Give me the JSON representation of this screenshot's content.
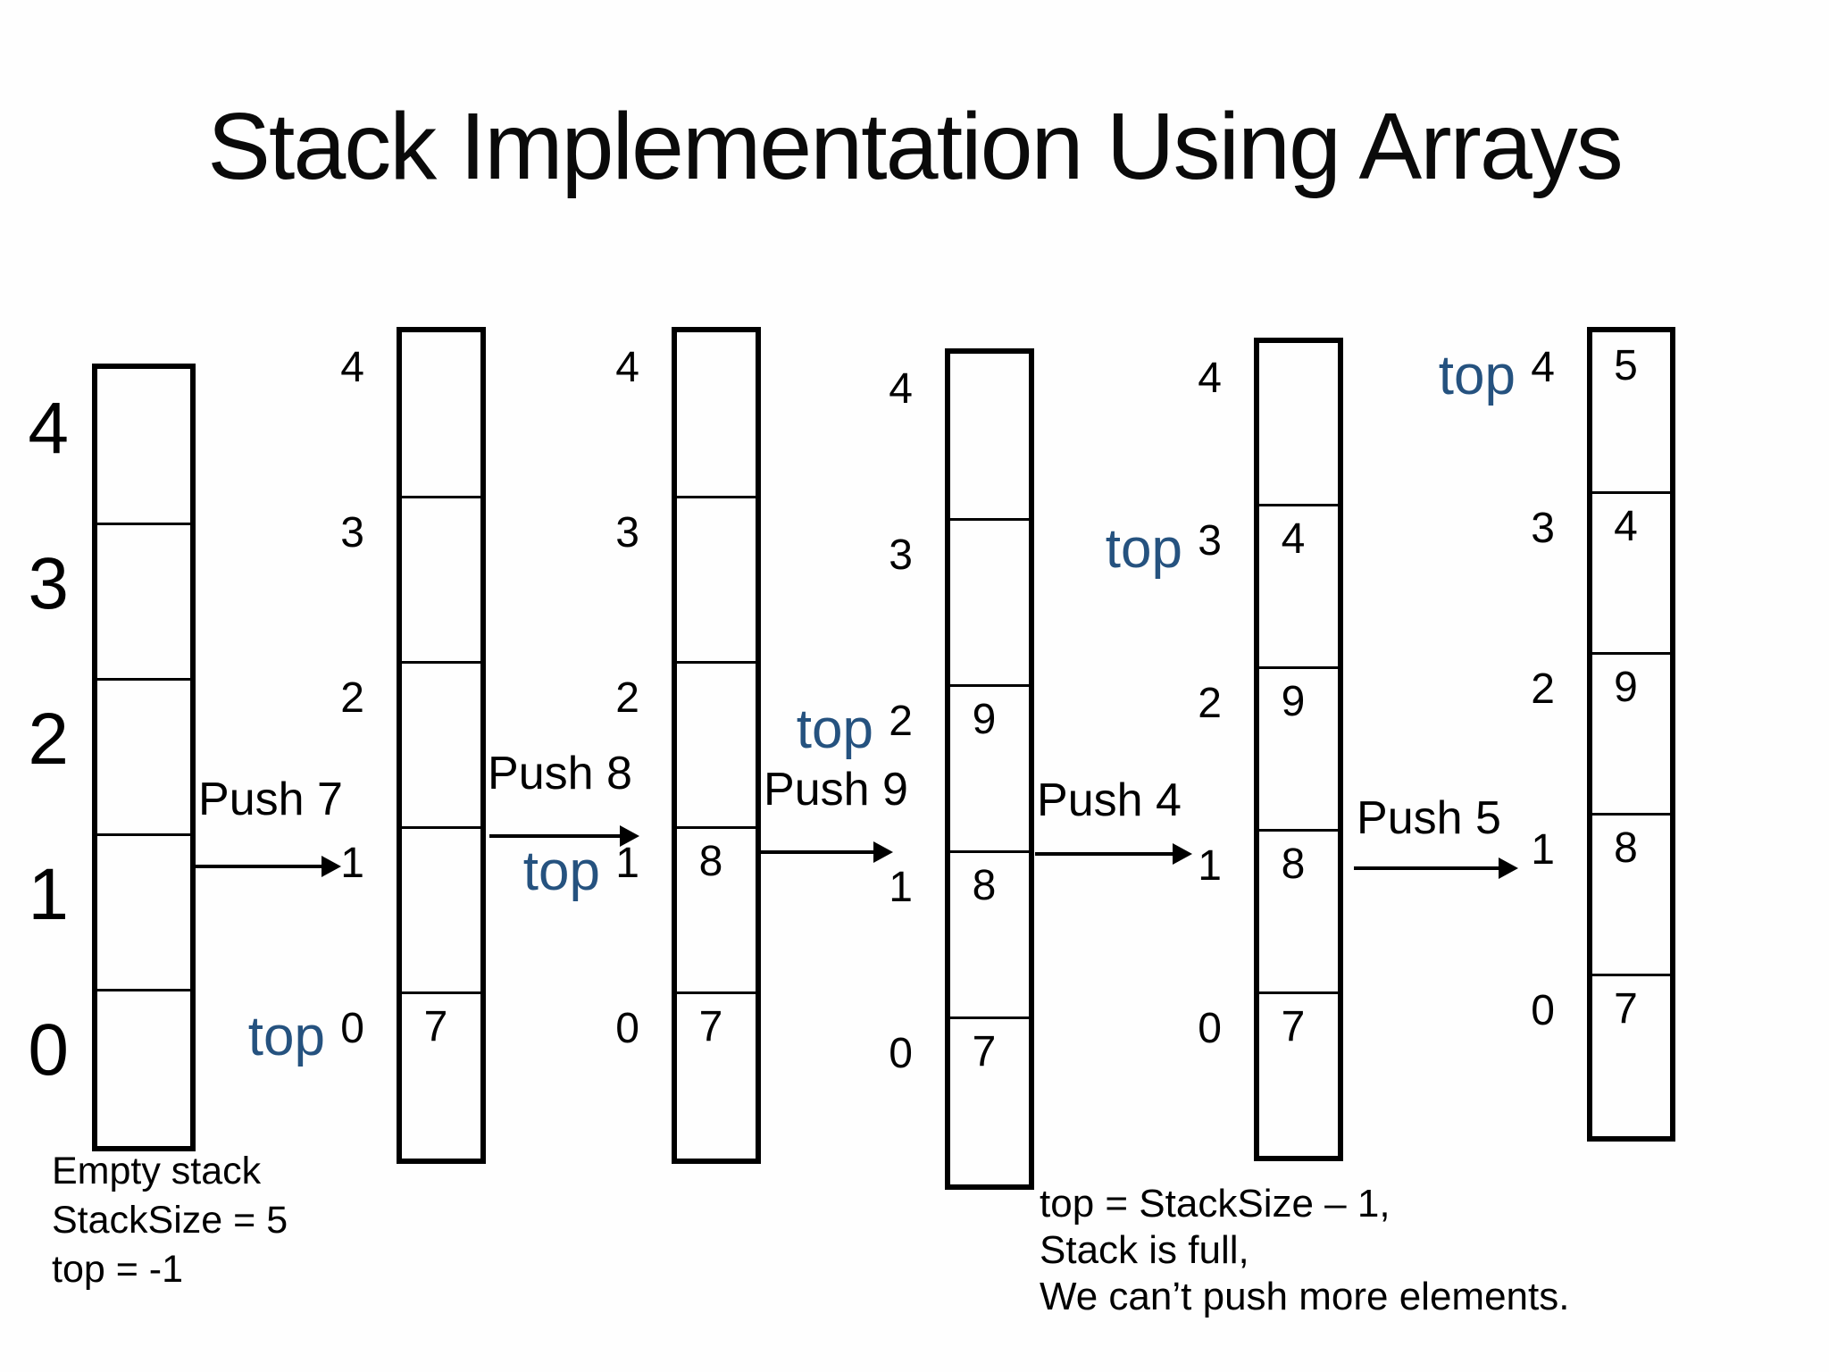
{
  "slide": {
    "title": "Stack Implementation Using Arrays"
  },
  "colors": {
    "pointer_blue": "#25527F",
    "text": "#000000",
    "background": "#FEFEFE"
  },
  "pointer_label": "top",
  "stacks": [
    {
      "id": 1,
      "index_labels_top_to_bottom": [
        "4",
        "3",
        "2",
        "1",
        "0"
      ],
      "values_top_to_bottom": [
        "",
        "",
        "",
        "",
        ""
      ],
      "top_pointer_index": null
    },
    {
      "id": 2,
      "index_labels_top_to_bottom": [
        "4",
        "3",
        "2",
        "1",
        "0"
      ],
      "values_top_to_bottom": [
        "",
        "",
        "",
        "",
        "7"
      ],
      "top_pointer_index": 0
    },
    {
      "id": 3,
      "index_labels_top_to_bottom": [
        "4",
        "3",
        "2",
        "1",
        "0"
      ],
      "values_top_to_bottom": [
        "",
        "",
        "",
        "8",
        "7"
      ],
      "top_pointer_index": 1
    },
    {
      "id": 4,
      "index_labels_top_to_bottom": [
        "4",
        "3",
        "2",
        "1",
        "0"
      ],
      "values_top_to_bottom": [
        "",
        "",
        "9",
        "8",
        "7"
      ],
      "top_pointer_index": 2
    },
    {
      "id": 5,
      "index_labels_top_to_bottom": [
        "4",
        "3",
        "2",
        "1",
        "0"
      ],
      "values_top_to_bottom": [
        "",
        "4",
        "9",
        "8",
        "7"
      ],
      "top_pointer_index": 3
    },
    {
      "id": 6,
      "index_labels_top_to_bottom": [
        "4",
        "3",
        "2",
        "1",
        "0"
      ],
      "values_top_to_bottom": [
        "5",
        "4",
        "9",
        "8",
        "7"
      ],
      "top_pointer_index": 4
    }
  ],
  "push_arrows": [
    {
      "label": "Push 7"
    },
    {
      "label": "Push 8"
    },
    {
      "label": "Push 9"
    },
    {
      "label": "Push 4"
    },
    {
      "label": "Push 5"
    }
  ],
  "captions": {
    "empty_stack": {
      "lines": [
        "Empty stack",
        "StackSize = 5",
        "top = -1"
      ]
    },
    "full_stack": {
      "lines": [
        "top = StackSize – 1,",
        "Stack is full,",
        "We can’t push more elements."
      ]
    }
  }
}
